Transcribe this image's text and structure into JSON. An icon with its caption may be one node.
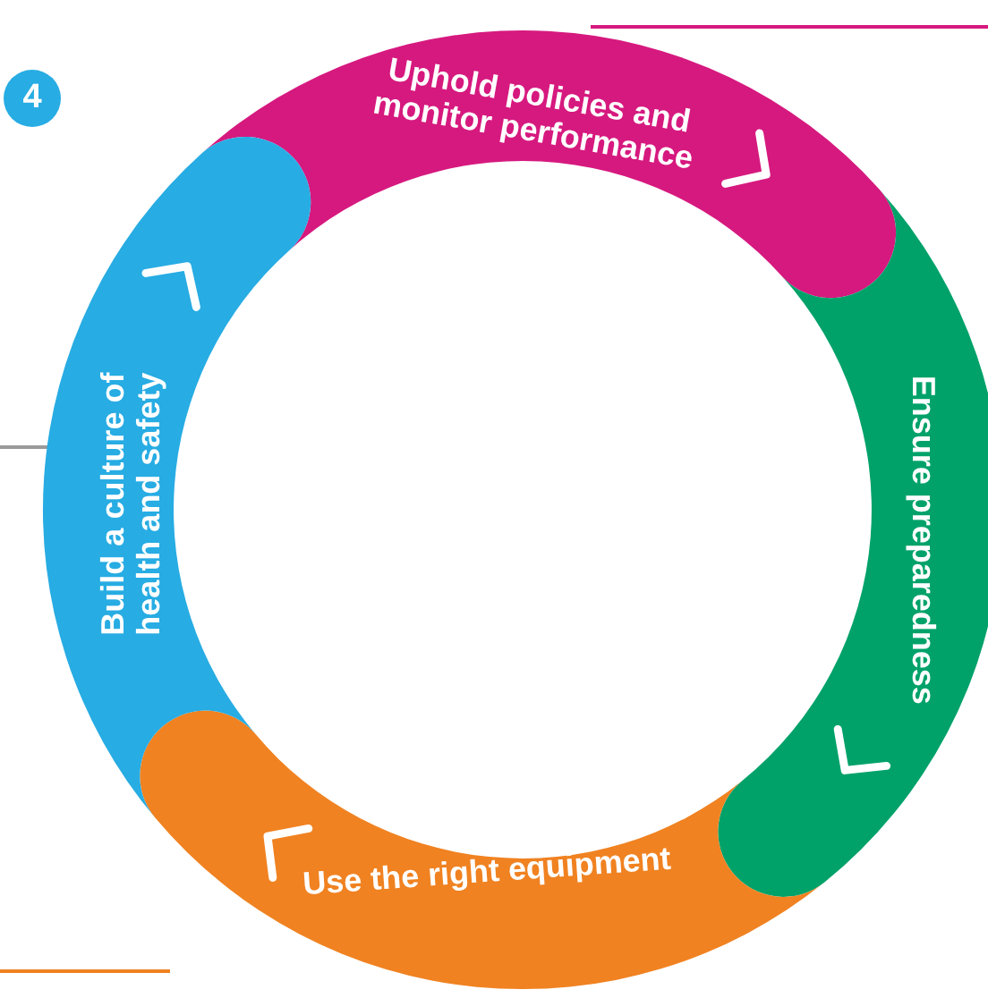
{
  "diagram": {
    "nodes": [
      {
        "text": [
          "4"
        ]
      },
      {
        "text": [
          "Uphold policies and monitor performance"
        ]
      },
      {
        "text": [
          "Ensure preparedness"
        ]
      },
      {
        "text": [
          "Use the right equipment"
        ]
      },
      {
        "text": [
          "Build a culture of health and safety"
        ]
      }
    ]
  }
}
